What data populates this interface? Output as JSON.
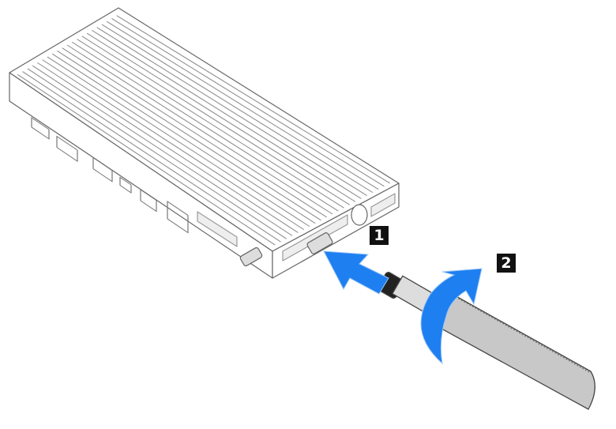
{
  "steps": [
    {
      "label": "1",
      "action": "push-connector"
    },
    {
      "label": "2",
      "action": "rotate-antenna"
    }
  ],
  "colors": {
    "arrow": "#1e7ff0",
    "outline": "#555555",
    "antenna": "#c8c8c8",
    "badge": "#111111"
  }
}
